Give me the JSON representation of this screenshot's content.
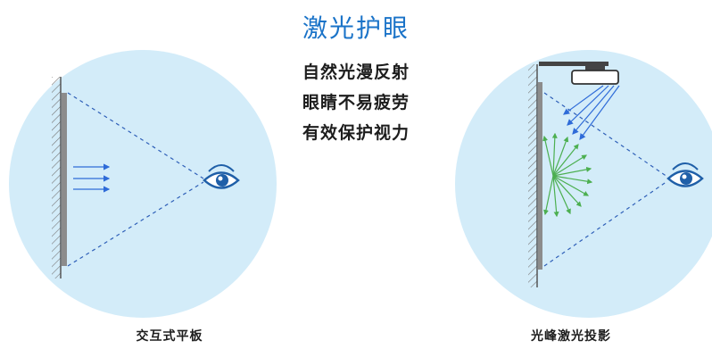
{
  "title": "激光护眼",
  "lines": [
    "自然光漫反射",
    "眼睛不易疲劳",
    "有效保护视力"
  ],
  "left_caption": "交互式平板",
  "right_caption": "光峰激光投影",
  "colors": {
    "title": "#1a73c8",
    "circle": "#d3ecf9",
    "arrow_blue": "#2e6bd8",
    "arrow_green": "#4caf50",
    "eye": "#1f5fa8"
  }
}
